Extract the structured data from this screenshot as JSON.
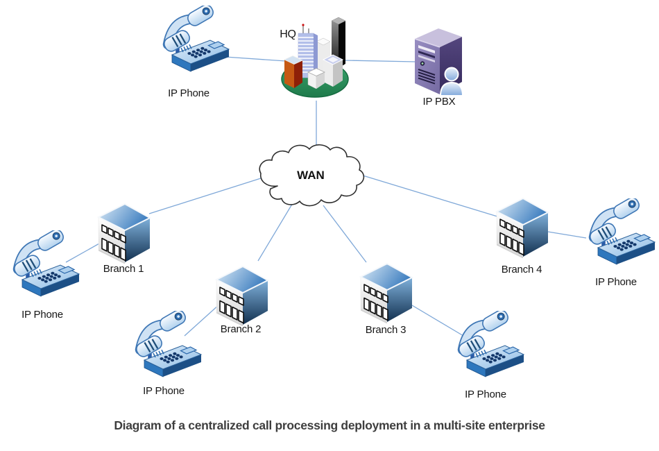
{
  "caption": "Diagram of a centralized call processing deployment in a multi-site enterprise",
  "colors": {
    "connector": "#7fa8d8",
    "cloud_outline": "#2e2e2e",
    "caption_text": "#3e3e3e",
    "phone_blue": "#2e77bd",
    "building_blue": "#4a86c2",
    "server_purple": "#7b70a8",
    "ground_green": "#2f9663"
  },
  "nodes": {
    "hq": {
      "label": "HQ",
      "icon": "city-buildings"
    },
    "ip_pbx": {
      "label": "IP PBX",
      "icon": "server-tower-user"
    },
    "wan": {
      "label": "WAN",
      "icon": "cloud"
    },
    "phone_hq": {
      "label": "IP Phone",
      "icon": "desk-phone"
    },
    "branch1": {
      "label": "Branch 1",
      "icon": "office-building"
    },
    "branch2": {
      "label": "Branch 2",
      "icon": "office-building"
    },
    "branch3": {
      "label": "Branch 3",
      "icon": "office-building"
    },
    "branch4": {
      "label": "Branch 4",
      "icon": "office-building"
    },
    "phone_b1": {
      "label": "IP Phone",
      "icon": "desk-phone"
    },
    "phone_b2": {
      "label": "IP Phone",
      "icon": "desk-phone"
    },
    "phone_b3": {
      "label": "IP Phone",
      "icon": "desk-phone"
    },
    "phone_b4": {
      "label": "IP Phone",
      "icon": "desk-phone"
    }
  },
  "edges": [
    {
      "from": "phone_hq",
      "to": "hq"
    },
    {
      "from": "hq",
      "to": "ip_pbx"
    },
    {
      "from": "hq",
      "to": "wan"
    },
    {
      "from": "wan",
      "to": "branch1"
    },
    {
      "from": "wan",
      "to": "branch2"
    },
    {
      "from": "wan",
      "to": "branch3"
    },
    {
      "from": "wan",
      "to": "branch4"
    },
    {
      "from": "branch1",
      "to": "phone_b1"
    },
    {
      "from": "branch2",
      "to": "phone_b2"
    },
    {
      "from": "branch3",
      "to": "phone_b3"
    },
    {
      "from": "branch4",
      "to": "phone_b4"
    }
  ]
}
